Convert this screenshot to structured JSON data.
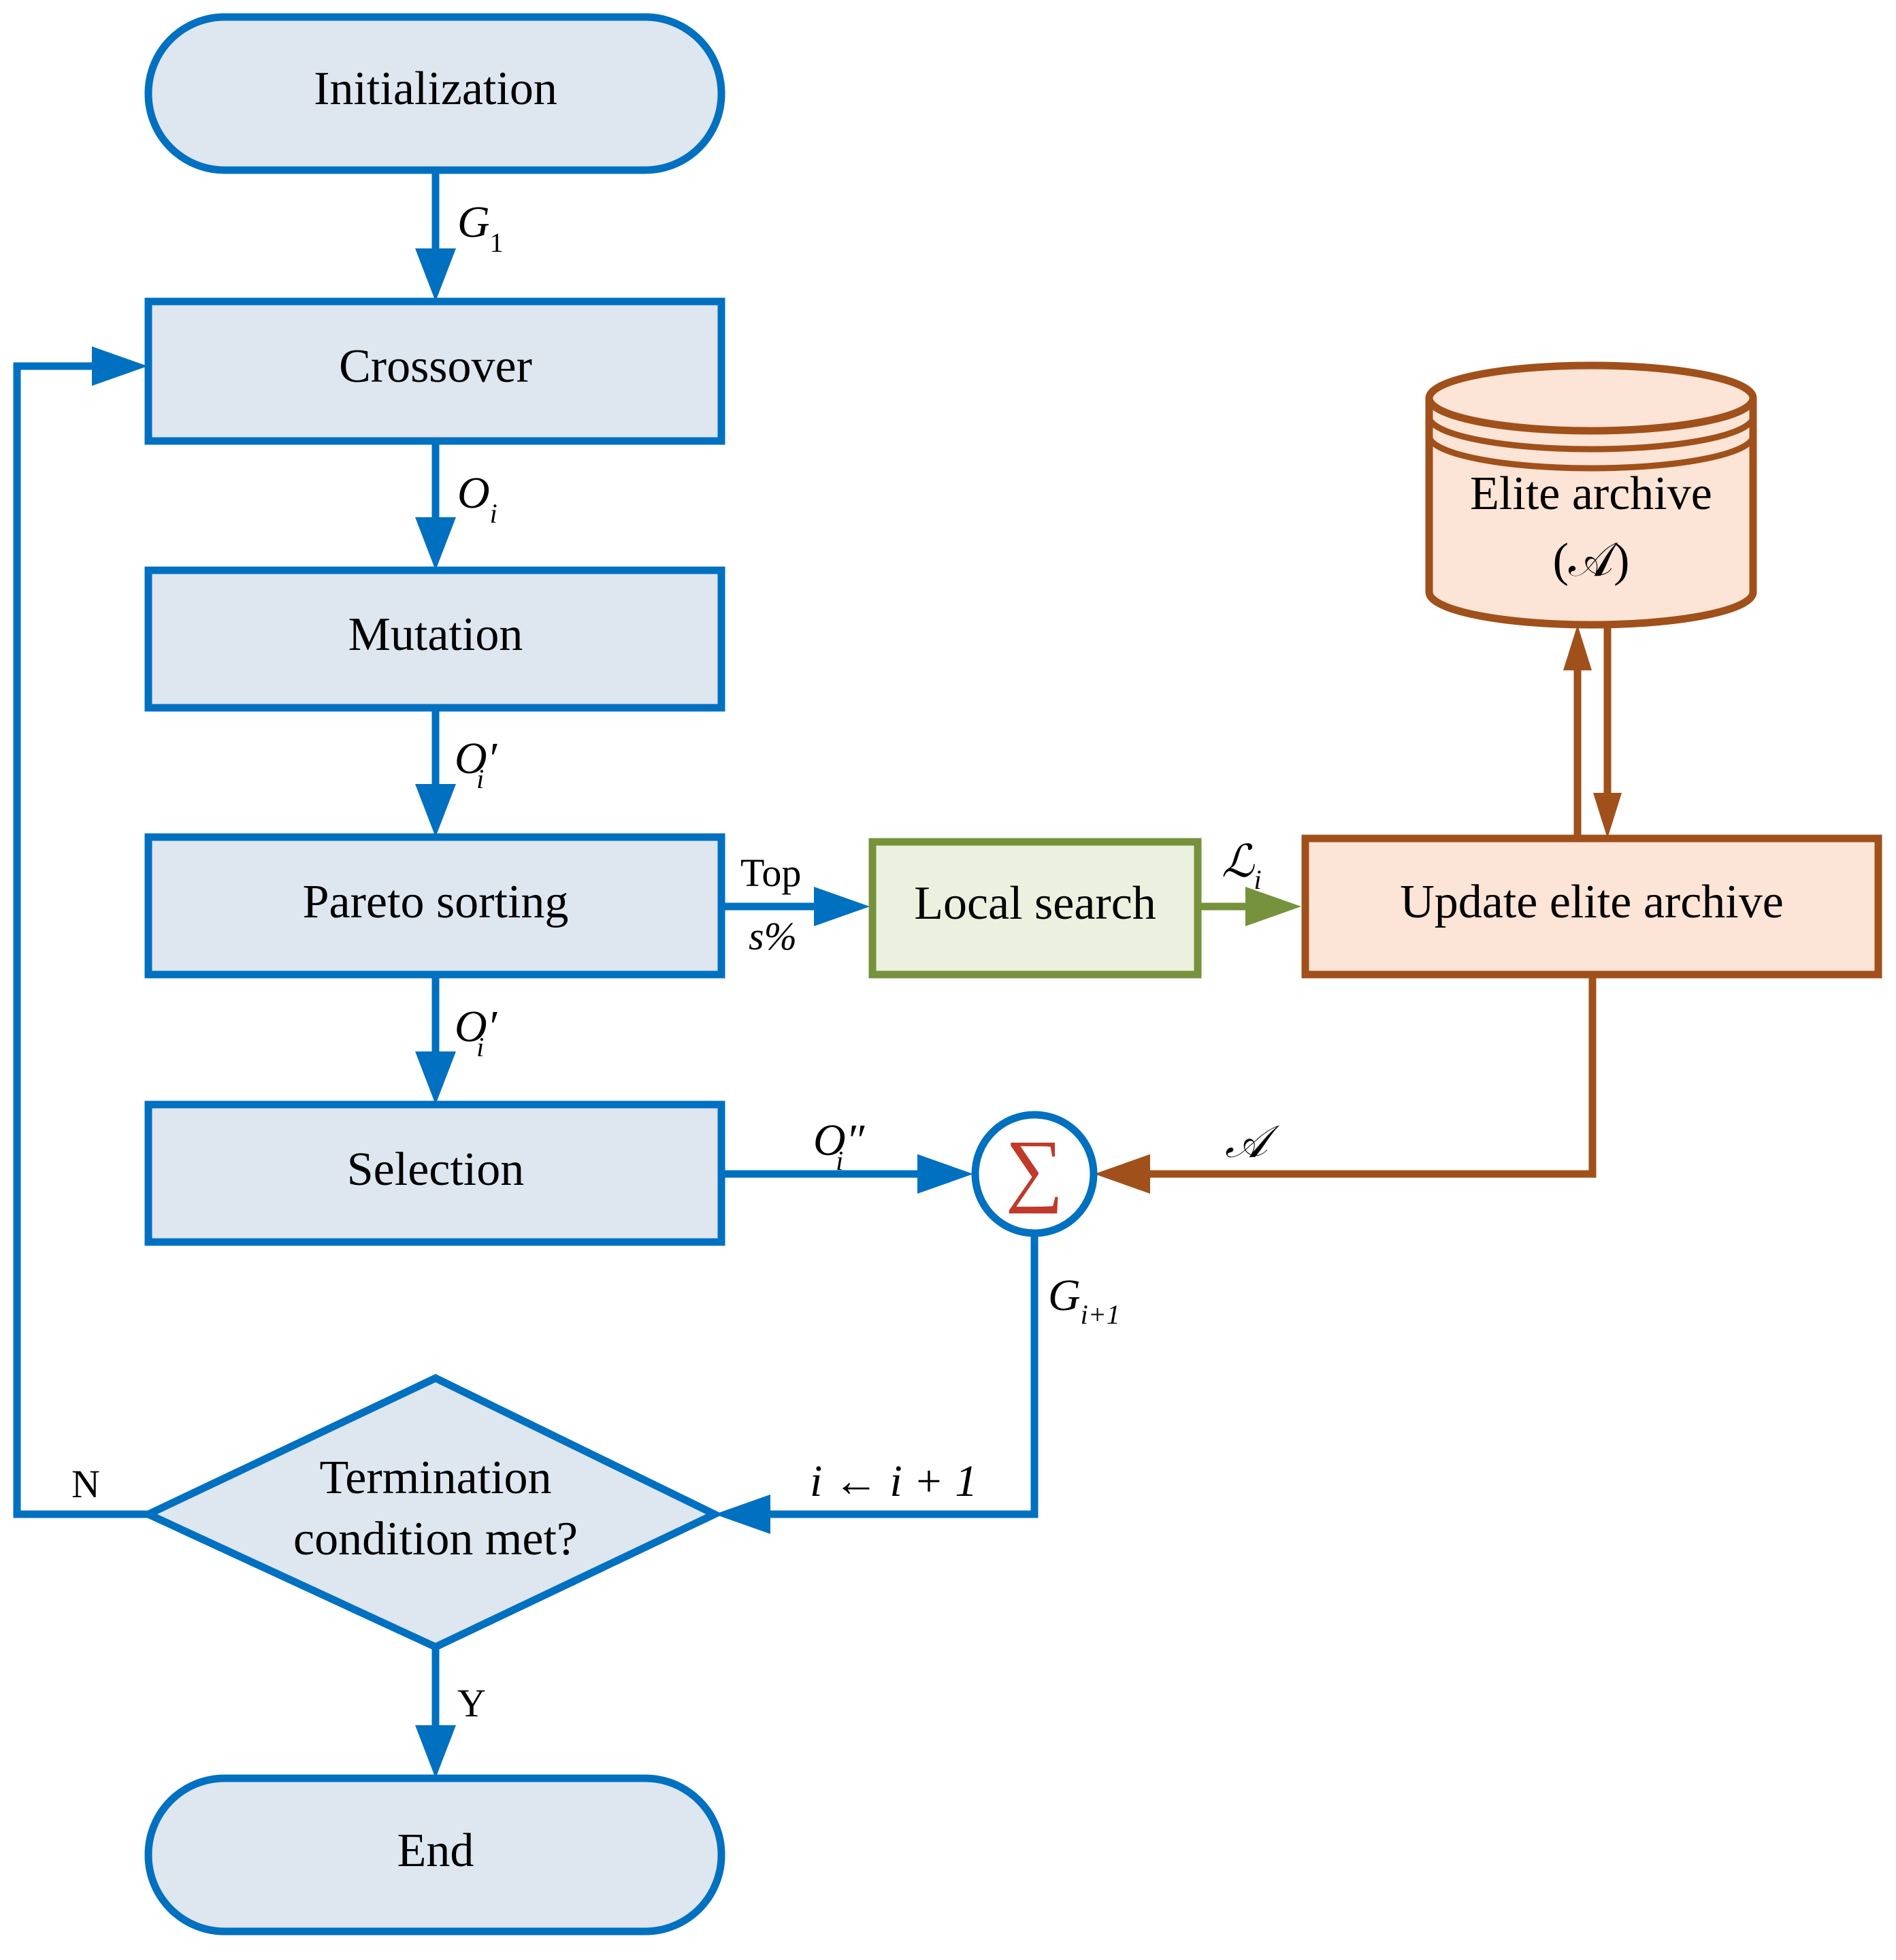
{
  "colors": {
    "blue": "#0070C0",
    "blue_fill": "#DEE6F0",
    "green": "#76923C",
    "green_fill": "#EBF1DE",
    "orange": "#A0501A",
    "orange_fill": "#FCE4D6",
    "sigma": "#C0392B"
  },
  "nodes": {
    "initialization": "Initialization",
    "crossover": "Crossover",
    "mutation": "Mutation",
    "pareto": "Pareto sorting",
    "selection": "Selection",
    "termination_line1": "Termination",
    "termination_line2": "condition met?",
    "end": "End",
    "local_search": "Local search",
    "update_archive": "Update elite archive",
    "archive_line1": "Elite archive",
    "archive_line2": "(𝒜)",
    "sum_symbol": "∑"
  },
  "edges": {
    "g1_base": "G",
    "g1_sub": "1",
    "oi_base": "O",
    "oi_sub": "i",
    "oip_base": "O′",
    "oip_sub": "i",
    "oip2_base": "O′",
    "oip2_sub": "i",
    "oipp_base": "O″",
    "oipp_sub": "i",
    "top": "Top",
    "spct": "s%",
    "li_base": "ℒ",
    "li_sub": "i",
    "a_label": "𝒜",
    "gi1_base": "G",
    "gi1_sub": "i+1",
    "increment": "i ← i + 1",
    "no": "N",
    "yes": "Y"
  }
}
